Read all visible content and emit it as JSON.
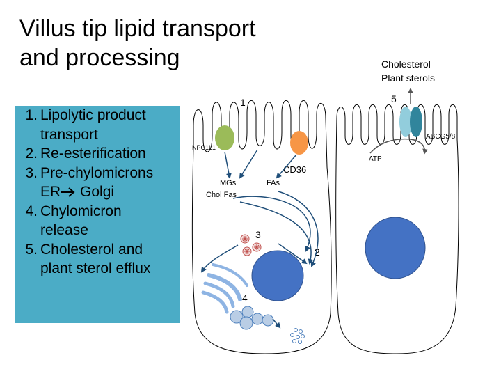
{
  "title": {
    "line1": "Villus tip lipid transport",
    "line2": "and processing"
  },
  "steps": [
    {
      "num": "1.",
      "line1": "Lipolytic product",
      "line2": "transport"
    },
    {
      "num": "2.",
      "line1": "Re-esterification",
      "line2": ""
    },
    {
      "num": "3.",
      "line1": "Pre-chylomicrons",
      "line2a": "ER",
      "line2b": " Golgi"
    },
    {
      "num": "4.",
      "line1": "Chylomicron",
      "line2": "release"
    },
    {
      "num": "5.",
      "line1": "Cholesterol and",
      "line2": "plant sterol efflux"
    }
  ],
  "diagram": {
    "sterols_line1": "Cholesterol",
    "sterols_line2": "Plant sterols",
    "marker_1": "1",
    "marker_2": "2",
    "marker_3": "3",
    "marker_4": "4",
    "marker_5": "5",
    "npc1l1": "NPC1L1",
    "cd36": "CD36",
    "abcg58": "ABCG5/8",
    "atp": "ATP",
    "mgs": "MGs",
    "chol_fas": "Chol  Fas",
    "fas": "FAs",
    "colors": {
      "listbox": "#4bacc6",
      "nucleus": "#4472c4",
      "npc1l1": "#9bbb59",
      "cd36": "#f79646",
      "abcg_light": "#92cddc",
      "abcg_dark": "#31859c",
      "arrow": "#1f4e79",
      "golgi": "#8eb4e3",
      "prechylo": "#c0504d",
      "chylo": "#4f81bd"
    }
  }
}
